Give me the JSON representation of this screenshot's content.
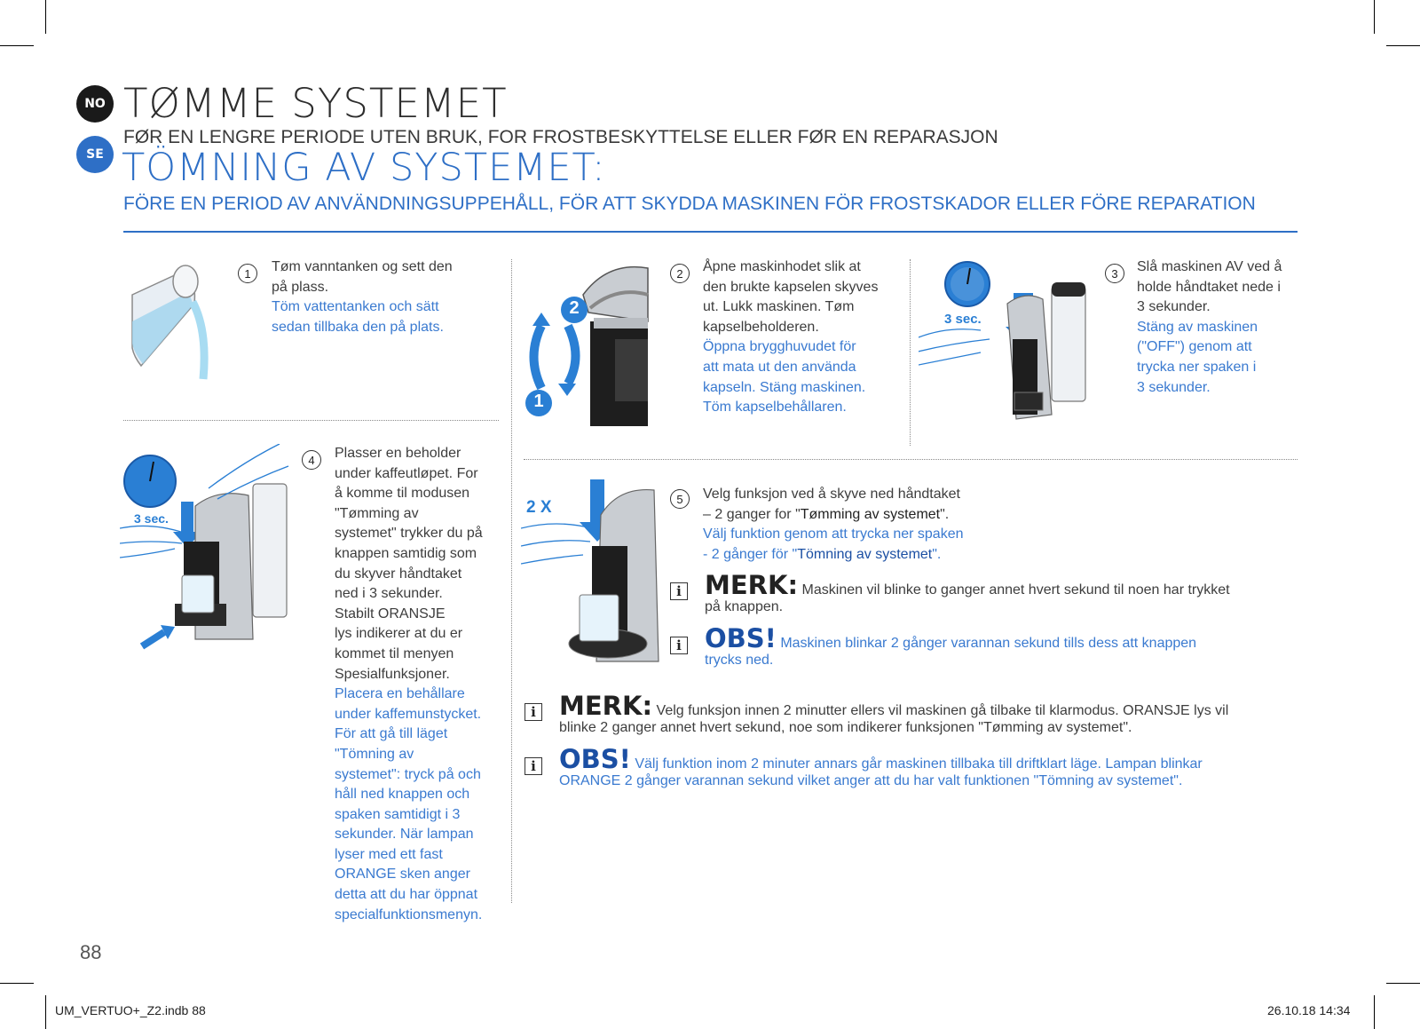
{
  "header": {
    "badge_no": "NO",
    "badge_se": "SE",
    "title_no": "TØMME SYSTEMET",
    "subtitle_no": "FØR EN LENGRE PERIODE UTEN BRUK, FOR FROSTBESKYTTELSE ELLER FØR EN REPARASJON",
    "title_se": "TÖMNING AV SYSTEMET:",
    "subtitle_se": "FÖRE EN PERIOD AV ANVÄNDNINGSUPPEHÅLL, FÖR ATT SKYDDA MASKINEN FÖR FROSTSKADOR ELLER FÖRE REPARATION"
  },
  "steps": {
    "s1": {
      "num": "1",
      "no": [
        "Tøm vanntanken og sett den",
        "på plass."
      ],
      "se": [
        "Töm vattentanken och sätt",
        "sedan tillbaka den på plats."
      ]
    },
    "s2": {
      "num": "2",
      "no": [
        "Åpne maskinhodet slik at",
        "den brukte kapselen skyves",
        "ut. Lukk maskinen. Tøm",
        "kapselbeholderen."
      ],
      "se": [
        "Öppna brygghuvudet för",
        "att mata ut den använda",
        "kapseln. Stäng maskinen.",
        "Töm kapselbehållaren."
      ],
      "arrow_up": "2",
      "arrow_down": "1"
    },
    "s3": {
      "num": "3",
      "no": [
        "Slå maskinen AV ved å",
        "holde håndtaket nede i",
        "3 sekunder."
      ],
      "se": [
        "Stäng av maskinen",
        "(\"OFF\") genom att",
        "trycka ner spaken i",
        "3 sekunder."
      ],
      "timer": "3 sec."
    },
    "s4": {
      "num": "4",
      "no": [
        "Plasser en beholder",
        "under kaffeutløpet. For",
        "å komme til modusen",
        "\"Tømming av",
        "systemet\" trykker du på",
        "knappen samtidig som",
        "du skyver håndtaket",
        "ned i 3 sekunder.",
        "Stabilt ORANSJE",
        "lys indikerer at du er",
        "kommet til menyen",
        "Spesialfunksjoner."
      ],
      "se": [
        "Placera en behållare",
        "under kaffemunstycket.",
        "För att gå till läget",
        "\"Tömning av",
        "systemet\": tryck på och",
        "håll ned knappen och",
        "spaken samtidigt i 3",
        "sekunder. När lampan",
        "lyser med ett fast",
        "ORANGE sken anger",
        "detta att du har öppnat",
        "specialfunktionsmenyn."
      ],
      "timer": "3 sec."
    },
    "s5": {
      "num": "5",
      "no_line1": "Velg funksjon ved å skyve ned håndtaket",
      "no_line2_pre": "– 2 ganger for \"",
      "no_line2_em": "Tømming av systemet",
      "no_line2_post": "\".",
      "se_line1": "Välj funktion genom att trycka ner spaken",
      "se_line2_pre": "- 2 gånger för \"",
      "se_line2_em": "Tömning av systemet",
      "se_line2_post": "\".",
      "times": "2 X"
    }
  },
  "notes": {
    "merk1_head": "MERK:",
    "merk1_l1": "Maskinen vil blinke to ganger annet hvert sekund til noen har trykket",
    "merk1_l2": "på knappen.",
    "obs1_head": "OBS!",
    "obs1_l1": "Maskinen blinkar 2 gånger varannan sekund tills dess att knappen",
    "obs1_l2": "trycks ned.",
    "merk2_head": "MERK:",
    "merk2_l1": "Velg funksjon innen 2 minutter ellers vil maskinen gå tilbake til klarmodus. ORANSJE lys vil",
    "merk2_l2": "blinke 2 ganger annet hvert sekund, noe som indikerer funksjonen \"Tømming av systemet\".",
    "obs2_head": "OBS!",
    "obs2_l1": "Välj funktion inom 2 minuter annars går maskinen tillbaka till driftklart läge. Lampan blinkar",
    "obs2_l2": "ORANGE 2 gånger varannan sekund vilket anger att du har valt funktionen \"Tömning av systemet\".",
    "icon": "i"
  },
  "footer": {
    "page_number": "88",
    "file": "UM_VERTUO+_Z2.indb   88",
    "date": "26.10.18   14:34"
  },
  "colors": {
    "blue": "#2e6fc6",
    "light_blue": "#3a7ad0",
    "badge_dark": "#1a1a1a"
  }
}
